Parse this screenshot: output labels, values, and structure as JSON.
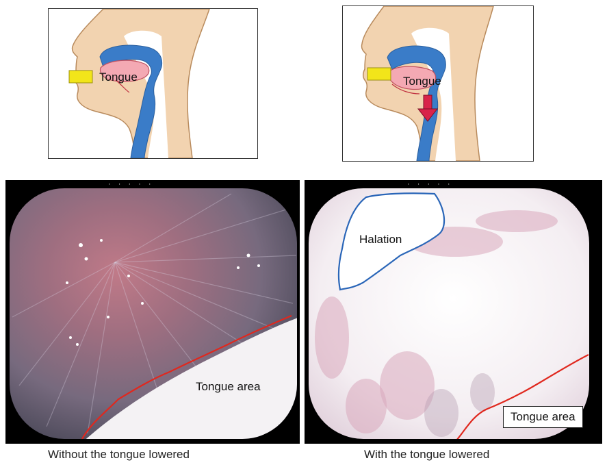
{
  "illustrations": {
    "left": {
      "tongue_label": "Tongue"
    },
    "right": {
      "tongue_label": "Tongue"
    }
  },
  "photos": {
    "left": {
      "region_label": "Tongue area"
    },
    "right": {
      "region_label": "Tongue area",
      "halation_label": "Halation"
    }
  },
  "captions": {
    "left": "Without the tongue lowered",
    "right": "With the tongue lowered"
  },
  "colors": {
    "skin": "#f2d3b0",
    "airway_blue": "#3a7cc8",
    "tongue_pink": "#f4a9b3",
    "device_yellow": "#f2e51a",
    "arrow_red": "#d8234a",
    "outline_red": "#e0281e",
    "outline_blue": "#2a66b8"
  }
}
